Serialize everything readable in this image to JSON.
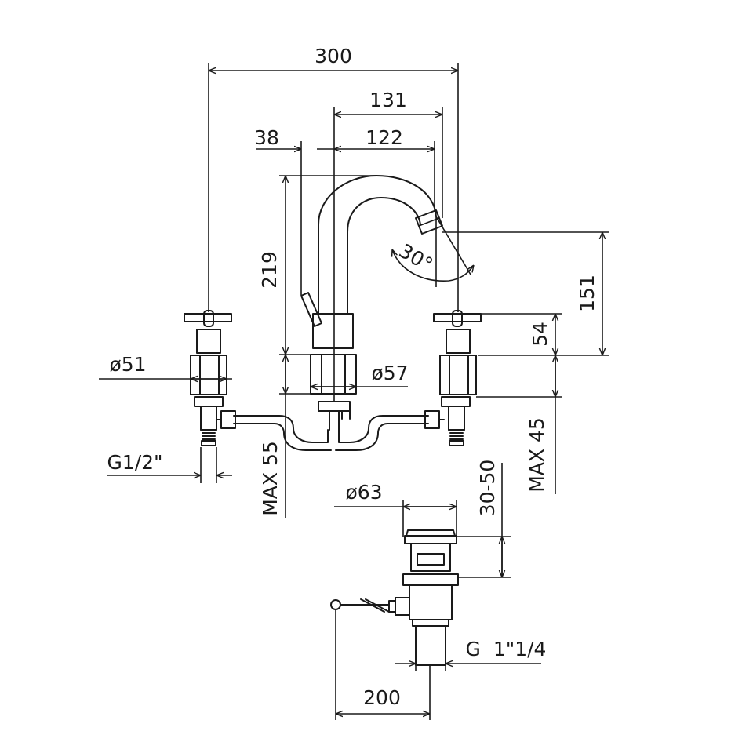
{
  "dimensions": {
    "overall_width": "300",
    "spout_reach": "131",
    "spout_reach_inner": "122",
    "lever_offset": "38",
    "spout_height": "219",
    "spout_angle": "30°",
    "outlet_height": "151",
    "handle_height": "54",
    "handle_base_diameter": "ø51",
    "spout_base_diameter": "ø57",
    "inlet_thread": "G1/2\"",
    "deck_thickness_spout": "MAX 55",
    "deck_thickness_handles": "MAX 45",
    "waste_diameter": "ø63",
    "waste_thickness": "30-50",
    "waste_thread": "G  1\"1/4",
    "pullrod_length": "200"
  },
  "colors": {
    "line": "#1a1a1a",
    "background": "#ffffff"
  }
}
